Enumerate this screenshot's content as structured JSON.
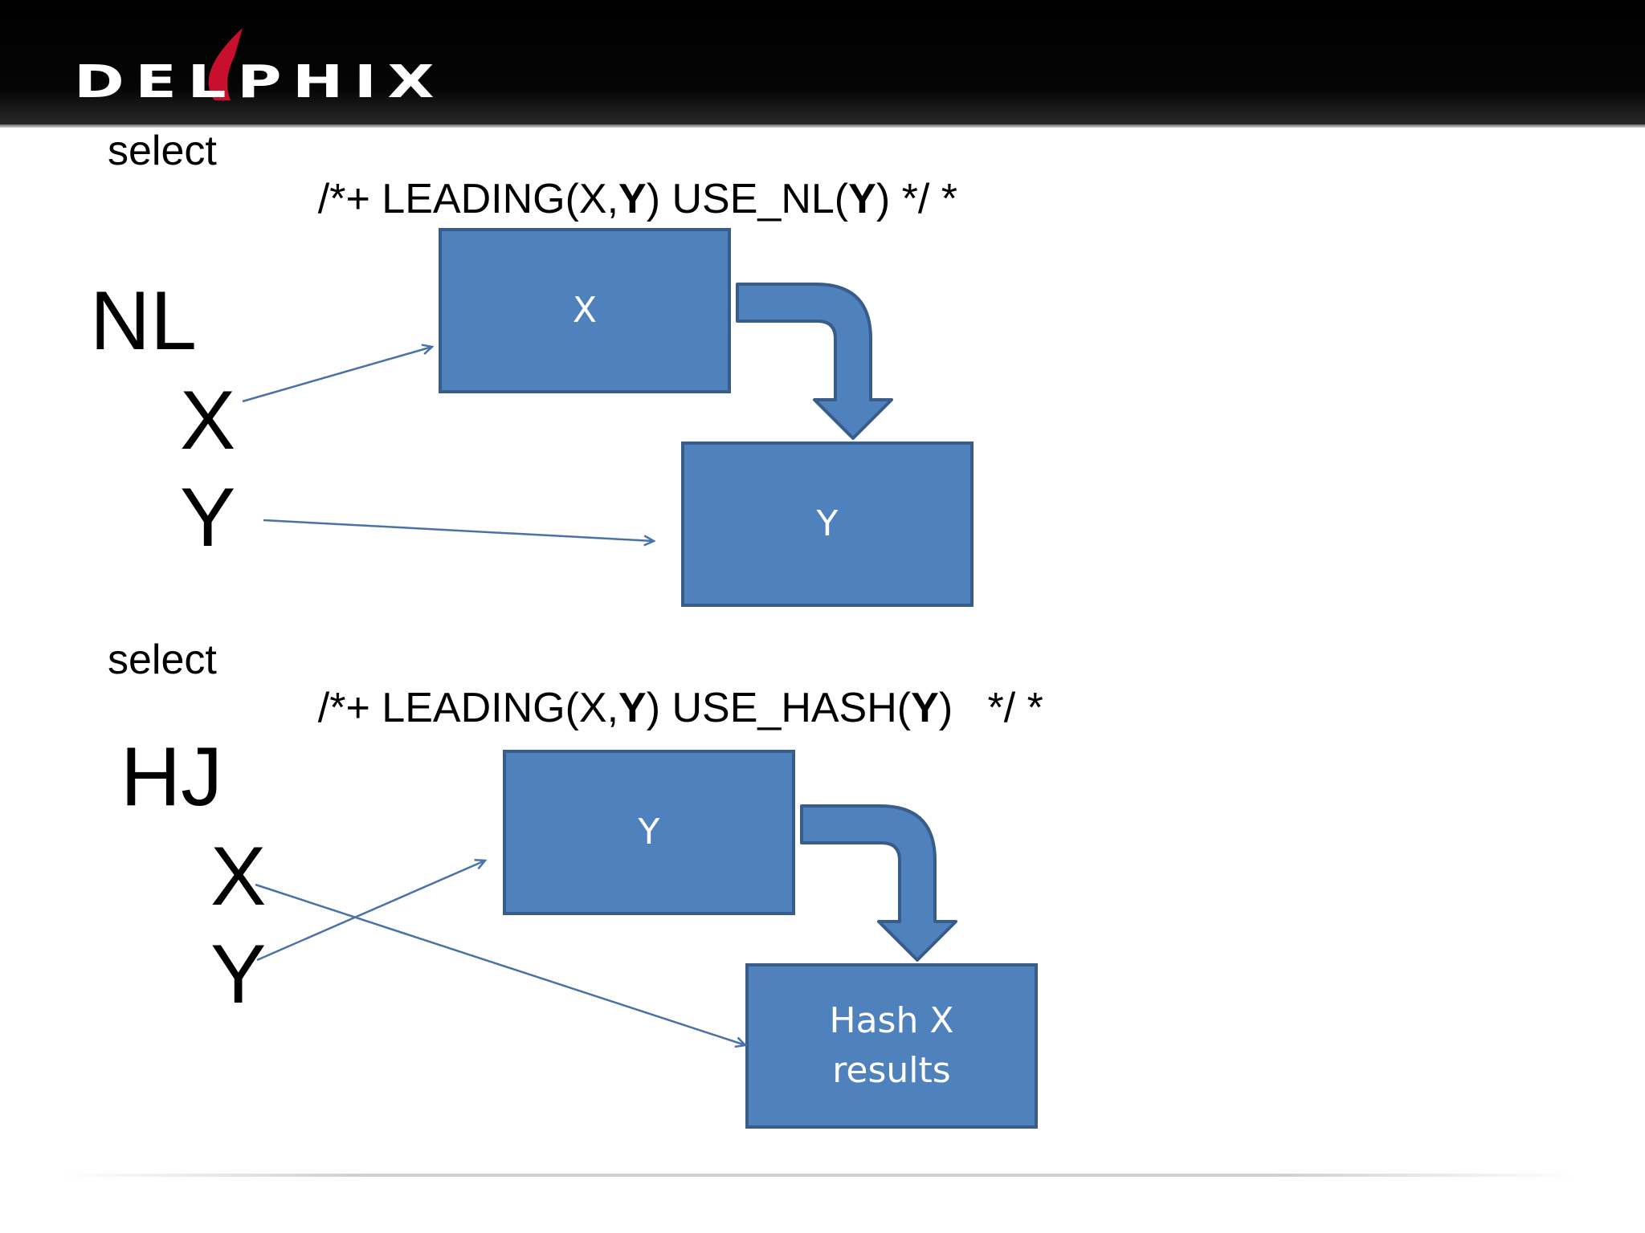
{
  "logo": {
    "text": "DELPHIX"
  },
  "section_nl": {
    "sql_keyword": "select",
    "hint_parts": [
      {
        "text": "/*+ LEADING(X,",
        "bold": false
      },
      {
        "text": "Y",
        "bold": true
      },
      {
        "text": ") USE_NL(",
        "bold": false
      },
      {
        "text": "Y",
        "bold": true
      },
      {
        "text": ") */ *",
        "bold": false
      }
    ],
    "join_label": "NL",
    "table_1": "X",
    "table_2": "Y",
    "box_top": "X",
    "box_bottom": "Y"
  },
  "section_hj": {
    "sql_keyword": "select",
    "hint_parts": [
      {
        "text": "/*+ LEADING(X,",
        "bold": false
      },
      {
        "text": "Y",
        "bold": true
      },
      {
        "text": ") USE_HASH(",
        "bold": false
      },
      {
        "text": "Y",
        "bold": true
      },
      {
        "text": ")   */ *",
        "bold": false
      }
    ],
    "join_label": "HJ",
    "table_1": "X",
    "table_2": "Y",
    "box_top": "Y",
    "box_bottom": "Hash X\nresults"
  },
  "colors": {
    "box_fill": "#4f81bd",
    "box_border": "#385d8a",
    "arrow_line": "#4a72a8"
  }
}
